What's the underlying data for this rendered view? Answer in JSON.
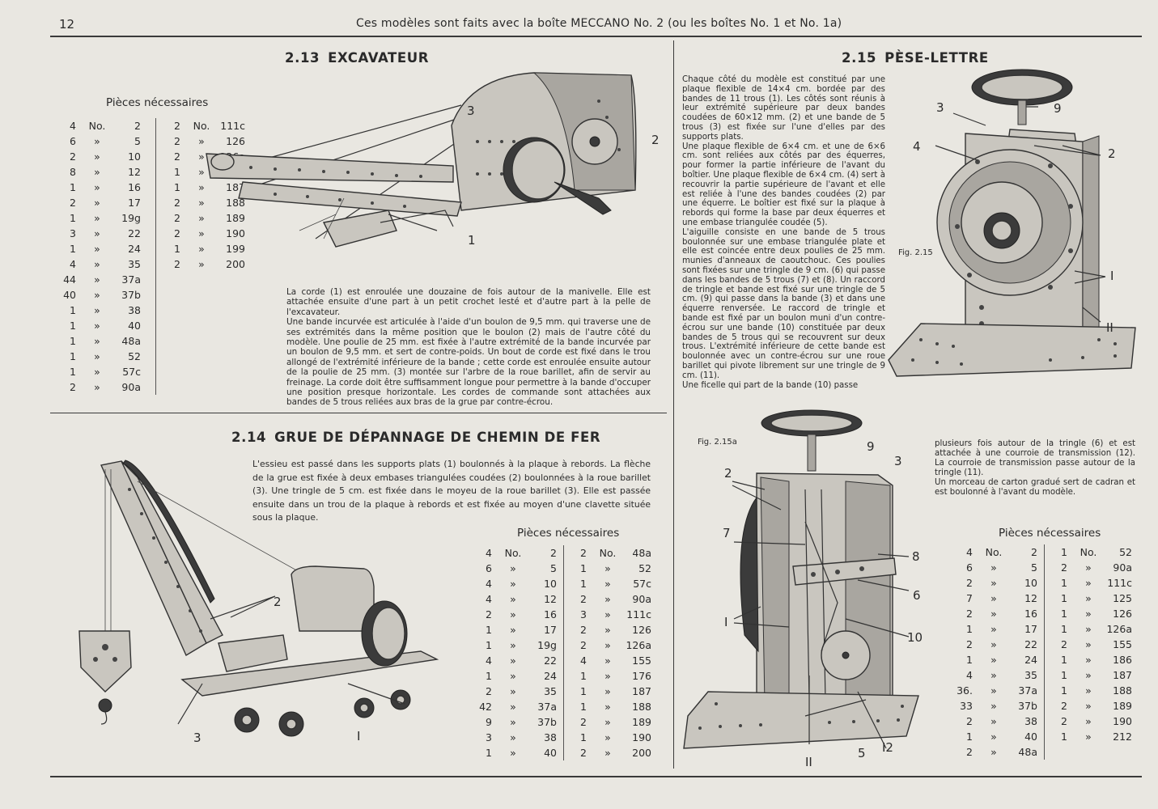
{
  "page_number": "12",
  "header": "Ces modèles sont faits avec la boîte MECCANO No. 2 (ou les boîtes No. 1 et No. 1a)",
  "s213": {
    "num": "2.13",
    "title": "EXCAVATEUR",
    "parts_heading": "Pièces nécessaires",
    "col1": [
      [
        "4",
        "No.",
        "2"
      ],
      [
        "6",
        "»",
        "5"
      ],
      [
        "2",
        "»",
        "10"
      ],
      [
        "8",
        "»",
        "12"
      ],
      [
        "1",
        "»",
        "16"
      ],
      [
        "2",
        "»",
        "17"
      ],
      [
        "1",
        "»",
        "19g"
      ],
      [
        "3",
        "»",
        "22"
      ],
      [
        "1",
        "»",
        "24"
      ],
      [
        "4",
        "»",
        "35"
      ],
      [
        "44",
        "»",
        "37a"
      ],
      [
        "40",
        "»",
        "37b"
      ],
      [
        "1",
        "»",
        "38"
      ],
      [
        "1",
        "»",
        "40"
      ],
      [
        "1",
        "»",
        "48a"
      ],
      [
        "1",
        "»",
        "52"
      ],
      [
        "1",
        "»",
        "57c"
      ],
      [
        "2",
        "»",
        "90a"
      ]
    ],
    "col2": [
      [
        "2",
        "No.",
        "111c"
      ],
      [
        "2",
        "»",
        "126"
      ],
      [
        "2",
        "»",
        "126a"
      ],
      [
        "1",
        "»",
        "176"
      ],
      [
        "1",
        "»",
        "187"
      ],
      [
        "2",
        "»",
        "188"
      ],
      [
        "2",
        "»",
        "189"
      ],
      [
        "2",
        "»",
        "190"
      ],
      [
        "1",
        "»",
        "199"
      ],
      [
        "2",
        "»",
        "200"
      ]
    ],
    "text": [
      "La corde (1) est enroulée une douzaine de fois autour de la manivelle. Elle est attachée ensuite d'une part à un petit crochet lesté et d'autre part à la pelle de l'excavateur.",
      "Une bande incurvée est articulée à l'aide d'un boulon de 9,5 mm. qui traverse une de ses extrémités dans la même position que le boulon (2) mais de l'autre côté du modèle. Une poulie de 25 mm. est fixée à l'autre extrémité de la bande incurvée par un boulon de 9,5 mm. et sert de contre-poids. Un bout de corde est fixé dans le trou allongé de l'extrémité inférieure de la bande ; cette corde est enroulée ensuite autour de la poulie de 25 mm. (3) montée sur l'arbre de la roue barillet, afin de servir au freinage. La corde doit être suffisamment longue pour permettre à la bande d'occuper une position presque horizontale. Les cordes de commande sont attachées aux bandes de 5 trous reliées aux bras de la grue par contre-écrou."
    ],
    "callouts": [
      "3",
      "2",
      "1"
    ]
  },
  "s214": {
    "num": "2.14",
    "title": "GRUE DE DÉPANNAGE DE CHEMIN DE FER",
    "parts_heading": "Pièces nécessaires",
    "text": "L'essieu est passé dans les supports plats (1) boulonnés à la plaque à rebords. La flèche de la grue est fixée à deux embases triangulées coudées (2) boulonnées à la roue barillet (3). Une tringle de 5 cm. est fixée dans le moyeu de la roue barillet (3). Elle est passée ensuite dans un trou de la plaque à rebords et est fixée au moyen d'une clavette située sous la plaque.",
    "col1": [
      [
        "4",
        "No.",
        "2"
      ],
      [
        "6",
        "»",
        "5"
      ],
      [
        "4",
        "»",
        "10"
      ],
      [
        "4",
        "»",
        "12"
      ],
      [
        "2",
        "»",
        "16"
      ],
      [
        "1",
        "»",
        "17"
      ],
      [
        "1",
        "»",
        "19g"
      ],
      [
        "4",
        "»",
        "22"
      ],
      [
        "1",
        "»",
        "24"
      ],
      [
        "2",
        "»",
        "35"
      ],
      [
        "42",
        "»",
        "37a"
      ],
      [
        "9",
        "»",
        "37b"
      ],
      [
        "3",
        "»",
        "38"
      ],
      [
        "1",
        "»",
        "40"
      ]
    ],
    "col2": [
      [
        "2",
        "No.",
        "48a"
      ],
      [
        "1",
        "»",
        "52"
      ],
      [
        "1",
        "»",
        "57c"
      ],
      [
        "2",
        "»",
        "90a"
      ],
      [
        "3",
        "»",
        "111c"
      ],
      [
        "2",
        "»",
        "126"
      ],
      [
        "2",
        "»",
        "126a"
      ],
      [
        "4",
        "»",
        "155"
      ],
      [
        "1",
        "»",
        "176"
      ],
      [
        "1",
        "»",
        "187"
      ],
      [
        "1",
        "»",
        "188"
      ],
      [
        "2",
        "»",
        "189"
      ],
      [
        "1",
        "»",
        "190"
      ],
      [
        "2",
        "»",
        "200"
      ]
    ],
    "callouts": [
      "2",
      "3",
      "I"
    ]
  },
  "s215": {
    "num": "2.15",
    "title": "PÈSE-LETTRE",
    "parts_heading": "Pièces nécessaires",
    "text": [
      "Chaque côté du modèle est constitué par une plaque flexible de 14×4 cm. bordée par des bandes de 11 trous (1). Les côtés sont réunis à leur extrémité supérieure par deux bandes coudées de 60×12 mm. (2) et une bande de 5 trous (3) est fixée sur l'une d'elles par des supports plats.",
      "Une plaque flexible de 6×4 cm. et une de 6×6 cm. sont reliées aux côtés par des équerres, pour former la partie inférieure de l'avant du boîtier. Une plaque flexible de 6×4 cm. (4) sert à recouvrir la partie supérieure de l'avant et elle est reliée à l'une des bandes coudées (2) par une équerre. Le boîtier est fixé sur la plaque à rebords qui forme la base par deux équerres et une embase triangulée coudée (5).",
      "L'aiguille consiste en une bande de 5 trous boulonnée sur une embase triangulée plate et elle est coincée entre deux poulies de 25 mm. munies d'anneaux de caoutchouc. Ces poulies sont fixées sur une tringle de 9 cm. (6) qui passe dans les bandes de 5 trous (7) et (8). Un raccord de tringle et bande est fixé sur une tringle de 5 cm. (9) qui passe dans la bande (3) et dans une équerre renversée. Le raccord de tringle et bande est fixé par un boulon muni d'un contre-écrou sur une bande (10) constituée par deux bandes de 5 trous qui se recouvrent sur deux trous. L'extrémité inférieure de cette bande est boulonnée avec un contre-écrou sur une roue barillet qui pivote librement sur une tringle de 9 cm. (11).",
      "Une ficelle qui part de la bande (10) passe"
    ],
    "text_cont": [
      "plusieurs fois autour de la tringle (6) et est attachée à une courroie de transmission (12). La courroie de transmission passe autour de la tringle (11).",
      "Un morceau de carton gradué sert de cadran et est boulonné à l'avant du modèle."
    ],
    "fig_a": "Fig. 2.15",
    "fig_b": "Fig. 2.15a",
    "callouts_a": [
      "3",
      "9",
      "4",
      "2",
      "I",
      "II"
    ],
    "callouts_b": [
      "9",
      "3",
      "2",
      "7",
      "8",
      "6",
      "I",
      "10",
      "II",
      "5",
      "I2"
    ],
    "col1": [
      [
        "4",
        "No.",
        "2"
      ],
      [
        "6",
        "»",
        "5"
      ],
      [
        "2",
        "»",
        "10"
      ],
      [
        "7",
        "»",
        "12"
      ],
      [
        "2",
        "»",
        "16"
      ],
      [
        "1",
        "»",
        "17"
      ],
      [
        "2",
        "»",
        "22"
      ],
      [
        "1",
        "»",
        "24"
      ],
      [
        "4",
        "»",
        "35"
      ],
      [
        "36.",
        "»",
        "37a"
      ],
      [
        "33",
        "»",
        "37b"
      ],
      [
        "2",
        "»",
        "38"
      ],
      [
        "1",
        "»",
        "40"
      ],
      [
        "2",
        "»",
        "48a"
      ]
    ],
    "col2": [
      [
        "1",
        "No.",
        "52"
      ],
      [
        "2",
        "»",
        "90a"
      ],
      [
        "1",
        "»",
        "111c"
      ],
      [
        "1",
        "»",
        "125"
      ],
      [
        "1",
        "»",
        "126"
      ],
      [
        "1",
        "»",
        "126a"
      ],
      [
        "2",
        "»",
        "155"
      ],
      [
        "1",
        "»",
        "186"
      ],
      [
        "1",
        "»",
        "187"
      ],
      [
        "1",
        "»",
        "188"
      ],
      [
        "2",
        "»",
        "189"
      ],
      [
        "2",
        "»",
        "190"
      ],
      [
        "1",
        "»",
        "212"
      ]
    ]
  }
}
